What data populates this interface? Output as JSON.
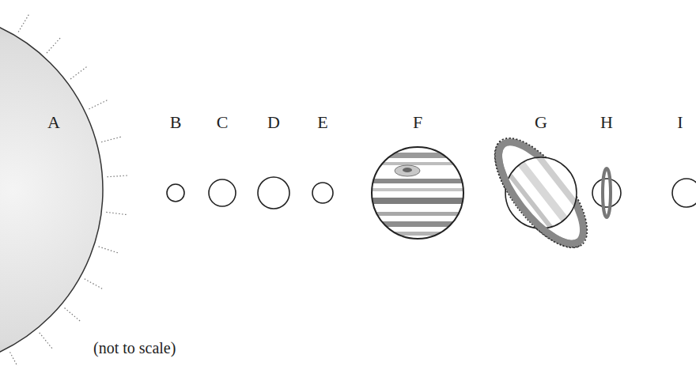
{
  "diagram": {
    "labels": [
      "A",
      "B",
      "C",
      "D",
      "E",
      "F",
      "G",
      "H",
      "I",
      "(not to scale)"
    ]
  }
}
